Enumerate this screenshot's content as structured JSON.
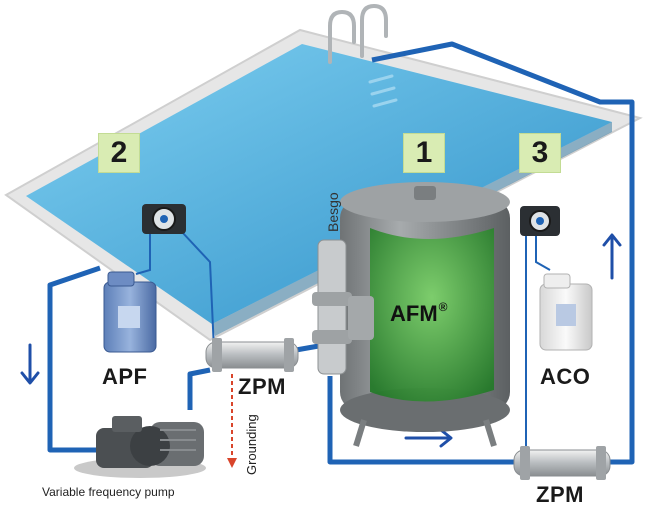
{
  "badges": {
    "one": "1",
    "two": "2",
    "three": "3"
  },
  "labels": {
    "besgo": "Besgo",
    "afm_main": "AFM",
    "afm_reg": "®",
    "apf": "APF",
    "aco": "ACO",
    "zpm_left": "ZPM",
    "zpm_bottom": "ZPM",
    "grounding": "Grounding",
    "pump": "Variable frequency pump"
  },
  "colors": {
    "pipe": "#1f63b5",
    "pool_water": "#3aa3d6",
    "pool_edge": "#e9e9e9",
    "filter_body": "#8b8f91",
    "media": "#3c9a3a",
    "badge_bg": "#d9ecb3",
    "grounding": "#d9452b"
  },
  "icons": [
    "arrow-down-icon",
    "arrow-up-icon",
    "arrow-right-icon",
    "pool-ladder-icon",
    "dosing-pump-icon"
  ]
}
